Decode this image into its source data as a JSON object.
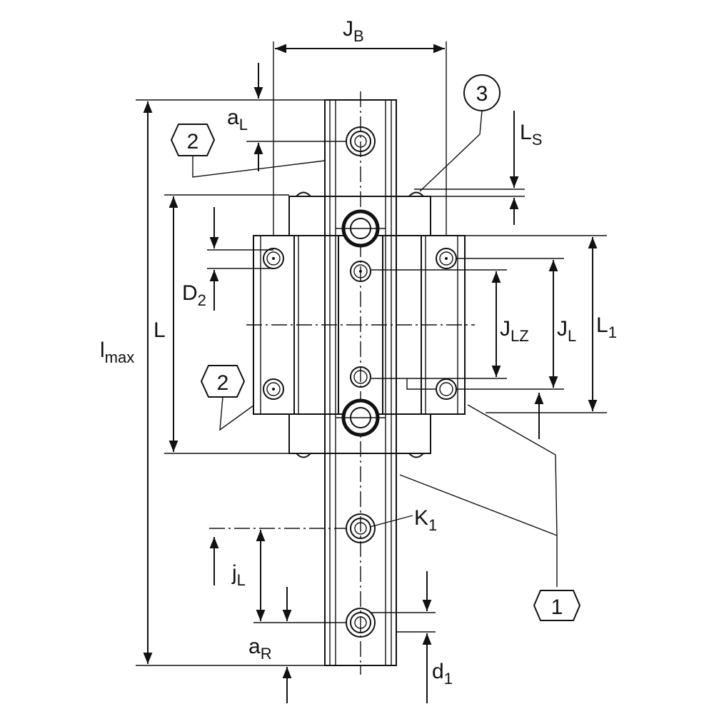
{
  "labels": {
    "JB": {
      "main": "J",
      "sub": "B"
    },
    "aL": {
      "main": "a",
      "sub": "L"
    },
    "LS": {
      "main": "L",
      "sub": "S"
    },
    "D2": {
      "main": "D",
      "sub": "2"
    },
    "L": {
      "main": "L"
    },
    "lmax": {
      "main": "l",
      "sub": "max"
    },
    "JLZ": {
      "main": "J",
      "sub": "LZ"
    },
    "JL": {
      "main": "J",
      "sub": "L"
    },
    "L1": {
      "main": "L",
      "sub": "1"
    },
    "K1": {
      "main": "K",
      "sub": "1"
    },
    "jL": {
      "main": "j",
      "sub": "L"
    },
    "aR": {
      "main": "a",
      "sub": "R"
    },
    "d1": {
      "main": "d",
      "sub": "1"
    }
  },
  "callouts": {
    "c1": "1",
    "c2a": "2",
    "c2b": "2",
    "c3": "3"
  }
}
